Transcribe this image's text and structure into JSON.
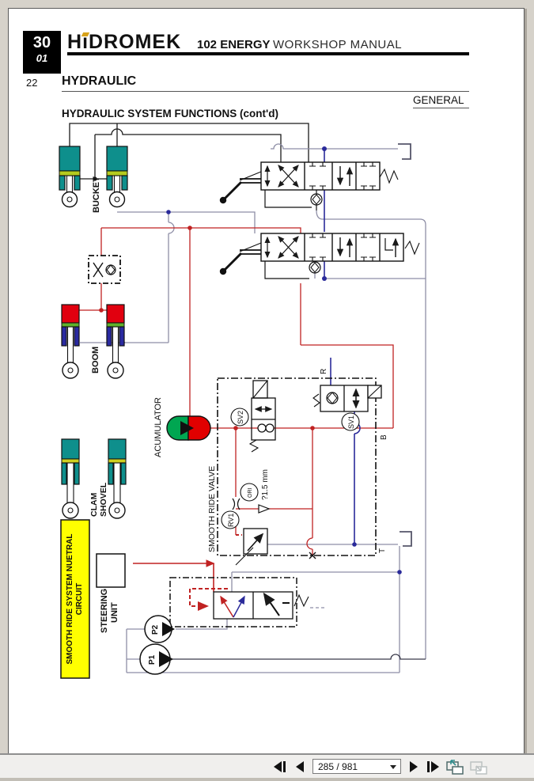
{
  "toolbar": {
    "page_indicator": "285 / 981"
  },
  "header": {
    "section_code": "30",
    "section_sub": "01",
    "brand": "HiDROMEK",
    "product": "102 ENERGY",
    "manual": "WORKSHOP MANUAL",
    "page_number": "22",
    "chapter_title": "HYDRAULIC",
    "section_right": "GENERAL",
    "figure_title": "HYDRAULIC SYSTEM FUNCTIONS (cont'd)"
  },
  "diagram": {
    "labels": {
      "bucket": "BUCKET",
      "boom": "BOOM",
      "clam_line1": "CLAM",
      "clam_line2": "SHOVEL",
      "accumulator": "ACUMULATOR",
      "smooth_ride_valve": "SMOOTH RIDE VALVE",
      "sv2": "SV2",
      "sv1": "SV1",
      "rv1": "RV1",
      "ori": "ORI",
      "orifice_size": "?1.5 mm",
      "port_r": "R",
      "port_b": "B",
      "port_t": "T",
      "steering_line1": "STEERING",
      "steering_line2": "UNIT",
      "pump1": "P1",
      "pump2": "P2",
      "neutral_line1": "SMOOTH RIDE SYSTEM NUETRAL",
      "neutral_line2": "CIRCUIT"
    },
    "colors": {
      "cylinder_teal": "#0E8F8C",
      "piston_band": "#B5CB1F",
      "boom_red": "#E1000F",
      "boom_blue": "#2A2AA0",
      "accumulator_green": "#00A651",
      "accumulator_red": "#E10000",
      "line_red": "#C02222",
      "line_gray_blue": "#8E8EA6",
      "junction_blue": "#2A2A9A",
      "highlight_yellow": "#FFFF00",
      "logo_gold": "#D7A21B"
    }
  }
}
